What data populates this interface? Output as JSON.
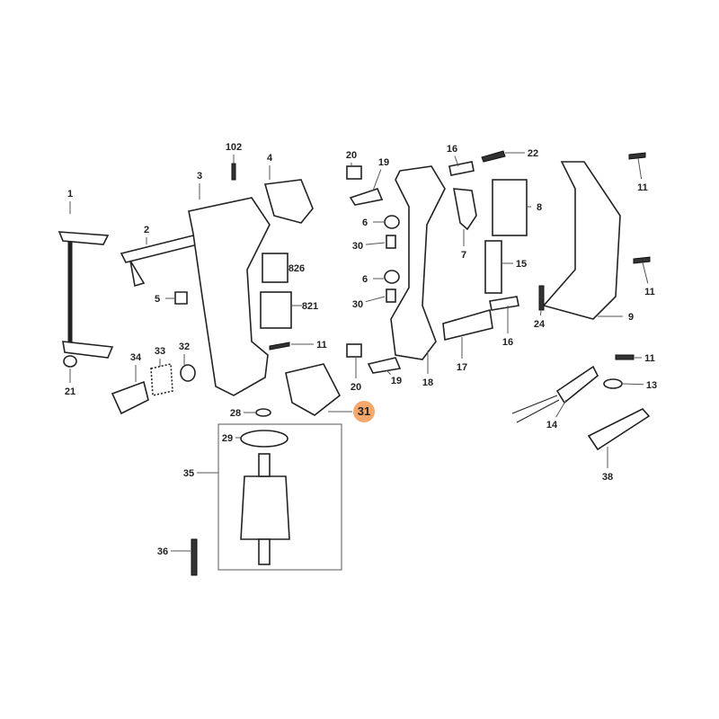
{
  "diagram": {
    "title": "Exploded parts view",
    "highlight_color": "#f5a86a",
    "highlighted_part": "31",
    "callouts": [
      "1",
      "2",
      "102",
      "3",
      "4",
      "5",
      "826",
      "821",
      "11",
      "34",
      "33",
      "32",
      "21",
      "20",
      "19",
      "6",
      "30",
      "6",
      "30",
      "20",
      "19",
      "18",
      "16",
      "22",
      "8",
      "7",
      "15",
      "16",
      "17",
      "24",
      "9",
      "11",
      "11",
      "11",
      "13",
      "14",
      "38",
      "28",
      "29",
      "31",
      "35",
      "36"
    ]
  }
}
